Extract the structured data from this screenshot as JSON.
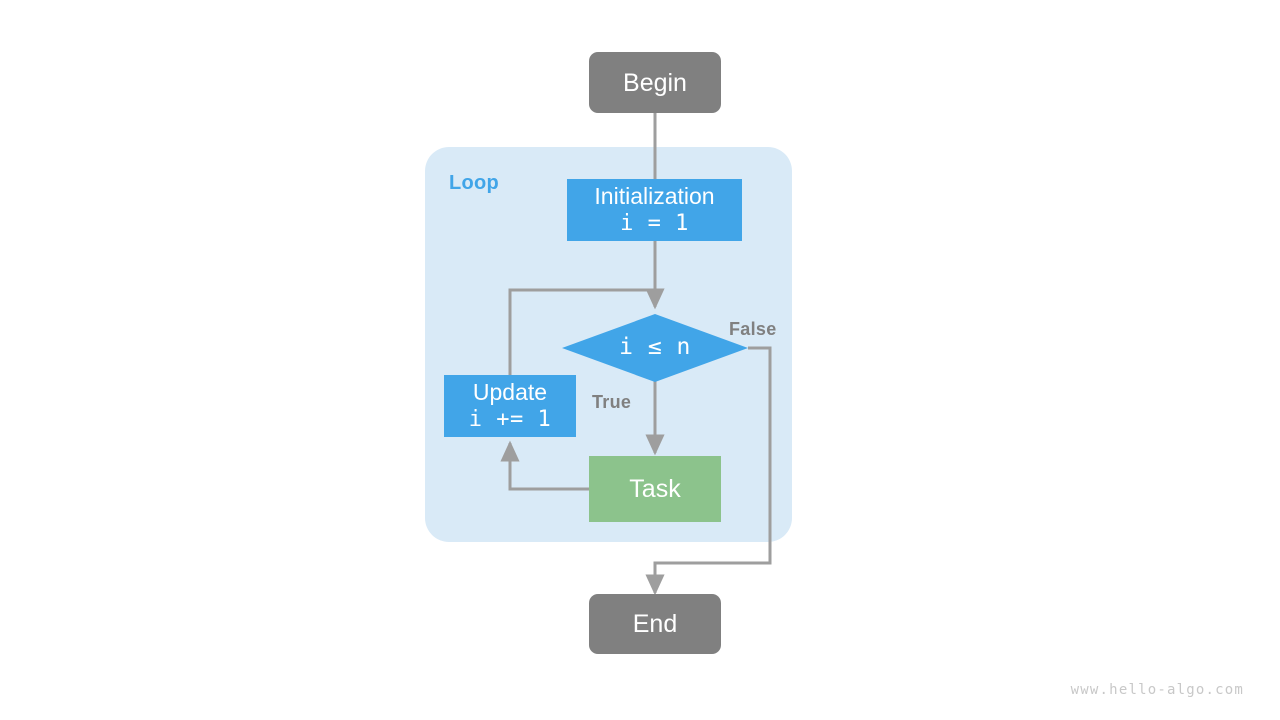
{
  "diagram": {
    "title_watermark": "www.hello-algo.com",
    "group": {
      "label": "Loop"
    },
    "nodes": {
      "begin": {
        "label": "Begin"
      },
      "initialization": {
        "label": "Initialization",
        "expr": "i = 1"
      },
      "condition": {
        "label": "i ≤ n"
      },
      "update": {
        "label": "Update",
        "expr": "i += 1"
      },
      "task": {
        "label": "Task"
      },
      "end": {
        "label": "End"
      }
    },
    "edges": {
      "true_label": "True",
      "false_label": "False"
    },
    "colors": {
      "terminal": "#808080",
      "process": "#41A5E8",
      "task": "#8CC38C",
      "group_bg": "#D9EAF7",
      "group_label": "#41A5E8",
      "edge": "#9e9e9e",
      "edge_label": "#808080",
      "watermark": "#c8c8c8",
      "background": "#ffffff"
    }
  }
}
